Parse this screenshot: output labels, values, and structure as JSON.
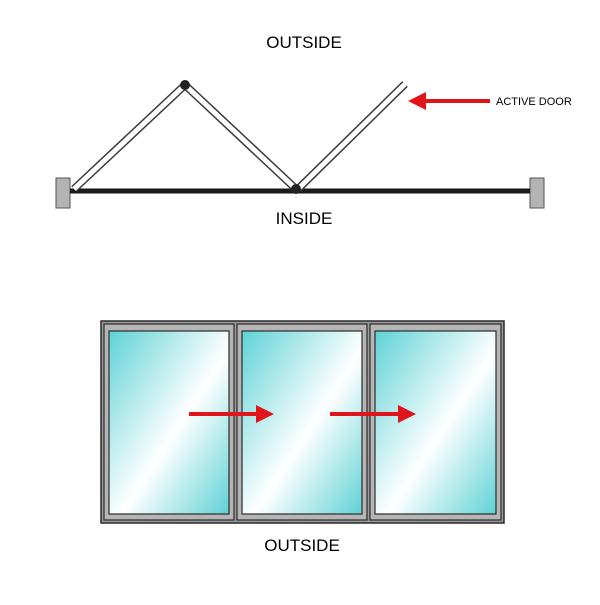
{
  "top_view": {
    "outside_label": "OUTSIDE",
    "inside_label": "INSIDE",
    "active_door_label": "ACTIVE DOOR"
  },
  "elevation_view": {
    "outside_label": "OUTSIDE",
    "panel_count": 3,
    "arrow_count": 2
  },
  "colors": {
    "frame": "#8c8c8c",
    "frame_dark": "#2b2b2b",
    "track": "#1a1a1a",
    "jamb": "#b3b3b3",
    "arrow": "#e0141b",
    "glass_edge": "#5fd2d6",
    "glass_light": "#ffffff"
  }
}
